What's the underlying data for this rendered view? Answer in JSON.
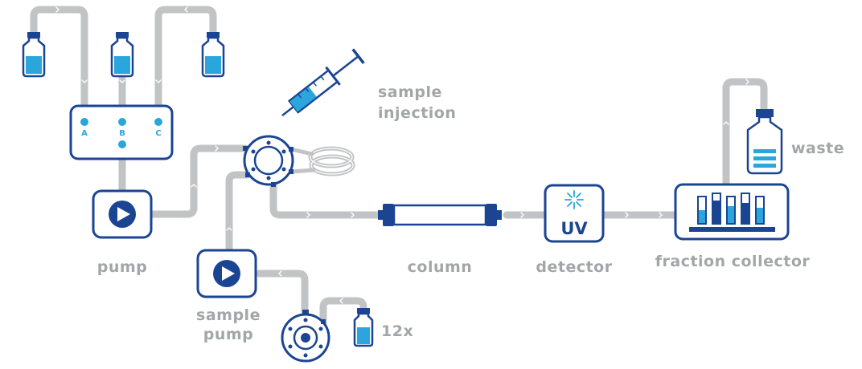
{
  "colors": {
    "navy": "#1b4593",
    "liquid": "#2aa6dd",
    "tube": "#c2c3c5",
    "label_text": "#a3a6a9"
  },
  "diagram": {
    "ports": {
      "a": "A",
      "b": "B",
      "c": "C"
    },
    "labels": {
      "sample_injection": "sample\ninjection",
      "pump": "pump",
      "sample_pump": "sample\npump",
      "column": "column",
      "detector": "detector",
      "fraction_collector": "fraction collector",
      "waste": "waste",
      "multiplier": "12x"
    },
    "detector_text": "UV"
  }
}
